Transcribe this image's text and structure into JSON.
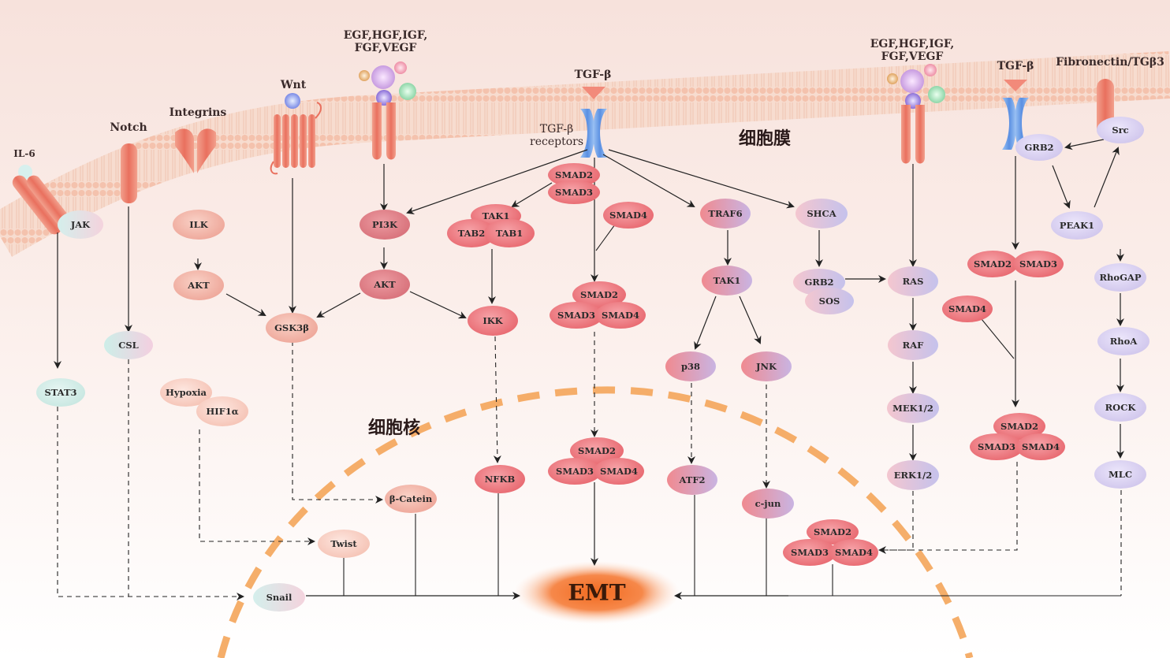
{
  "membrane_label": "细胞膜",
  "nucleus_label": "细胞核",
  "outcome": "EMT",
  "receptors": {
    "il6": "IL-6",
    "notch": "Notch",
    "integrins": "Integrins",
    "wnt": "Wnt",
    "growth_factors_left": "EGF,HGF,IGF,\nFGF,VEGF",
    "tgfb_center": "TGF-β",
    "tgfb_receptors": "TGF-β\nreceptors",
    "growth_factors_right": "EGF,HGF,IGF,\nFGF,VEGF",
    "tgfb_right": "TGF-β",
    "fibronectin": "Fibronectin/TGβ3"
  },
  "nodes": {
    "jak": "JAK",
    "stat3": "STAT3",
    "csl": "CSL",
    "ilk": "ILK",
    "akt_left": "AKT",
    "gsk3b": "GSK3β",
    "hypoxia": "Hypoxia",
    "hif1a": "HIF1α",
    "twist": "Twist",
    "snail": "Snail",
    "pi3k": "PI3K",
    "akt_mid": "AKT",
    "b_catenin": "β-Catein",
    "tak1": "TAK1",
    "tab2": "TAB2",
    "tab1": "TAB1",
    "ikk": "IKK",
    "nfkb": "NFKB",
    "smad2_top": "SMAD2",
    "smad3_top": "SMAD3",
    "smad4_mid": "SMAD4",
    "cx1_smad2": "SMAD2",
    "cx1_smad3": "SMAD3",
    "cx1_smad4": "SMAD4",
    "cx2_smad2": "SMAD2",
    "cx2_smad3": "SMAD3",
    "cx2_smad4": "SMAD4",
    "traf6": "TRAF6",
    "tak1_b": "TAK1",
    "p38": "p38",
    "jnk": "JNK",
    "atf2": "ATF2",
    "c_jun": "c-jun",
    "shca": "SHCA",
    "grb2_mid": "GRB2",
    "sos": "SOS",
    "ras": "RAS",
    "raf": "RAF",
    "mek12": "MEK1/2",
    "erk12": "ERK1/2",
    "cx3_smad2": "SMAD2",
    "cx3_smad3": "SMAD3",
    "cx3_smad4": "SMAD4",
    "smad2_r": "SMAD2",
    "smad3_r": "SMAD3",
    "smad4_r": "SMAD4",
    "cx4_smad2": "SMAD2",
    "cx4_smad3": "SMAD3",
    "cx4_smad4": "SMAD4",
    "grb2_r": "GRB2",
    "src": "Src",
    "peak1": "PEAK1",
    "rhogap": "RhoGAP",
    "rhoa": "RhoA",
    "rock": "ROCK",
    "mlc": "MLC"
  },
  "colors": {
    "membrane": "#f6c9b6",
    "receptor": "#ee8070",
    "tgfb_receptor": "#6a9ee6",
    "nucleus_border": "#f4a55a",
    "emt_glow": "#f26a1f",
    "arrow": "#222222"
  }
}
